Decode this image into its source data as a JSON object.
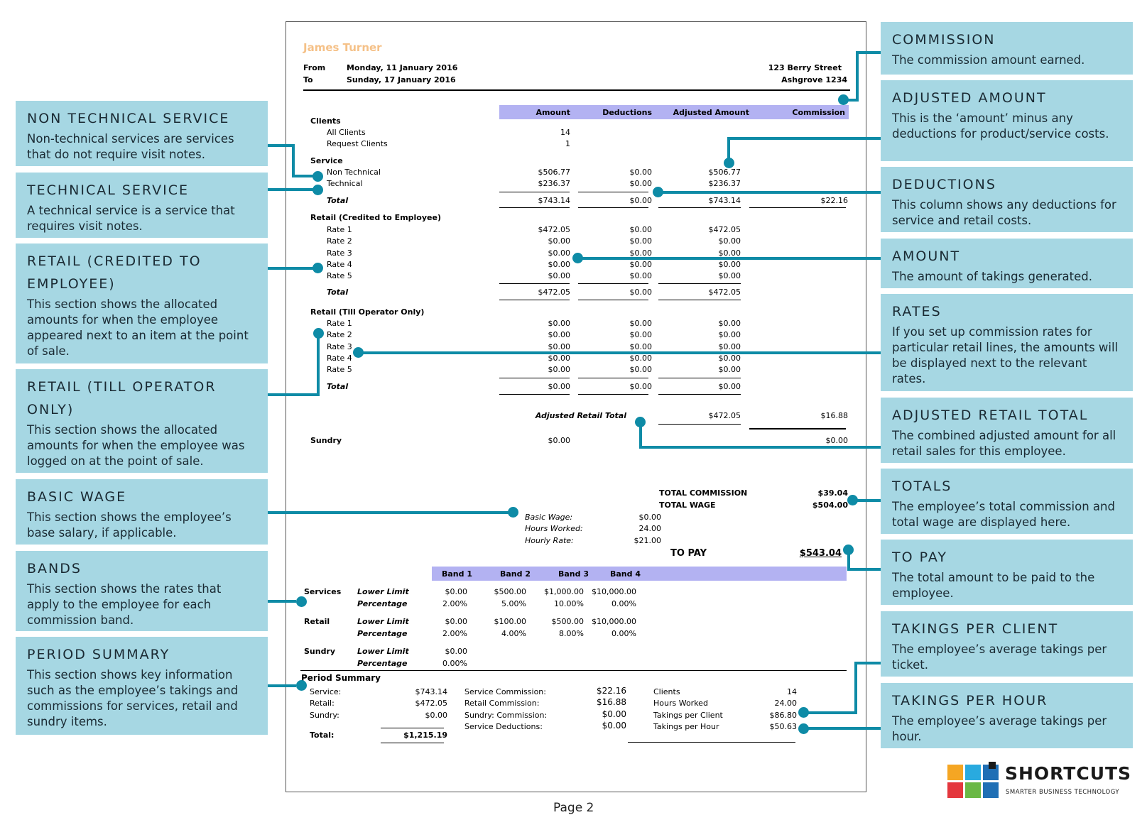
{
  "report": {
    "employee": "James Turner",
    "from_label": "From",
    "from_date": "Monday, 11 January 2016",
    "to_label": "To",
    "to_date": "Sunday, 17 January 2016",
    "address_line1": "123 Berry Street",
    "address_line2": "Ashgrove  1234",
    "columns": [
      "Amount",
      "Deductions",
      "Adjusted Amount",
      "Commission"
    ],
    "clients": {
      "heading": "Clients",
      "rows": [
        {
          "label": "All Clients",
          "amount": "14"
        },
        {
          "label": "Request Clients",
          "amount": "1"
        }
      ]
    },
    "service": {
      "heading": "Service",
      "rows": [
        {
          "label": "Non Technical",
          "amount": "$506.77",
          "deductions": "$0.00",
          "adjusted": "$506.77"
        },
        {
          "label": "Technical",
          "amount": "$236.37",
          "deductions": "$0.00",
          "adjusted": "$236.37"
        }
      ],
      "total_label": "Total",
      "total": {
        "amount": "$743.14",
        "deductions": "$0.00",
        "adjusted": "$743.14",
        "commission": "$22.16"
      }
    },
    "retail_credited": {
      "heading": "Retail (Credited to Employee)",
      "rows": [
        {
          "label": "Rate 1",
          "amount": "$472.05",
          "deductions": "$0.00",
          "adjusted": "$472.05"
        },
        {
          "label": "Rate 2",
          "amount": "$0.00",
          "deductions": "$0.00",
          "adjusted": "$0.00"
        },
        {
          "label": "Rate 3",
          "amount": "$0.00",
          "deductions": "$0.00",
          "adjusted": "$0.00"
        },
        {
          "label": "Rate 4",
          "amount": "$0.00",
          "deductions": "$0.00",
          "adjusted": "$0.00"
        },
        {
          "label": "Rate 5",
          "amount": "$0.00",
          "deductions": "$0.00",
          "adjusted": "$0.00"
        }
      ],
      "total_label": "Total",
      "total": {
        "amount": "$472.05",
        "deductions": "$0.00",
        "adjusted": "$472.05"
      }
    },
    "retail_till": {
      "heading": "Retail (Till Operator Only)",
      "rows": [
        {
          "label": "Rate 1",
          "amount": "$0.00",
          "deductions": "$0.00",
          "adjusted": "$0.00"
        },
        {
          "label": "Rate 2",
          "amount": "$0.00",
          "deductions": "$0.00",
          "adjusted": "$0.00"
        },
        {
          "label": "Rate 3",
          "amount": "$0.00",
          "deductions": "$0.00",
          "adjusted": "$0.00"
        },
        {
          "label": "Rate 4",
          "amount": "$0.00",
          "deductions": "$0.00",
          "adjusted": "$0.00"
        },
        {
          "label": "Rate 5",
          "amount": "$0.00",
          "deductions": "$0.00",
          "adjusted": "$0.00"
        }
      ],
      "total_label": "Total",
      "total": {
        "amount": "$0.00",
        "deductions": "$0.00",
        "adjusted": "$0.00"
      }
    },
    "adjusted_retail_total": {
      "label": "Adjusted Retail Total",
      "adjusted": "$472.05",
      "commission": "$16.88"
    },
    "sundry": {
      "label": "Sundry",
      "amount": "$0.00",
      "commission": "$0.00"
    },
    "totals": {
      "commission_label": "TOTAL COMMISSION",
      "commission": "$39.04",
      "wage_label": "TOTAL WAGE",
      "wage": "$504.00"
    },
    "wage": {
      "basic_label": "Basic Wage:",
      "basic": "$0.00",
      "hours_label": "Hours Worked:",
      "hours": "24.00",
      "rate_label": "Hourly Rate:",
      "rate": "$21.00"
    },
    "to_pay_label": "TO PAY",
    "to_pay": "$543.04",
    "bands": {
      "headers": [
        "Band 1",
        "Band 2",
        "Band 3",
        "Band 4"
      ],
      "lower_limit_label": "Lower Limit",
      "percentage_label": "Percentage",
      "groups": [
        {
          "label": "Services",
          "lower": [
            "$0.00",
            "$500.00",
            "$1,000.00",
            "$10,000.00"
          ],
          "pct": [
            "2.00%",
            "5.00%",
            "10.00%",
            "0.00%"
          ]
        },
        {
          "label": "Retail",
          "lower": [
            "$0.00",
            "$100.00",
            "$500.00",
            "$10,000.00"
          ],
          "pct": [
            "2.00%",
            "4.00%",
            "8.00%",
            "0.00%"
          ]
        },
        {
          "label": "Sundry",
          "lower": [
            "$0.00"
          ],
          "pct": [
            "0.00%"
          ]
        }
      ]
    },
    "period_summary": {
      "heading": "Period Summary",
      "col1": [
        {
          "label": "Service:",
          "value": "$743.14"
        },
        {
          "label": "Retail:",
          "value": "$472.05"
        },
        {
          "label": "Sundry:",
          "value": "$0.00"
        }
      ],
      "total_label": "Total:",
      "total": "$1,215.19",
      "col2": [
        {
          "label": "Service Commission:",
          "value": "$22.16"
        },
        {
          "label": "Retail Commission:",
          "value": "$16.88"
        },
        {
          "label": "Sundry: Commission:",
          "value": "$0.00"
        },
        {
          "label": "Service Deductions:",
          "value": "$0.00"
        }
      ],
      "col3": [
        {
          "label": "Clients",
          "value": "14"
        },
        {
          "label": "Hours Worked",
          "value": "24.00"
        },
        {
          "label": "Takings per Client",
          "value": "$86.80"
        },
        {
          "label": "Takings per Hour",
          "value": "$50.63"
        }
      ]
    }
  },
  "callouts_left": [
    {
      "title": "Non Technical Service",
      "text": "Non-technical services are services that do not require visit notes."
    },
    {
      "title": "Technical Service",
      "text": "A technical service is a service that requires visit notes."
    },
    {
      "title": "Retail (Credited to Employee)",
      "text": "This section shows the allocated amounts for when the employee appeared next to an item at the point of sale."
    },
    {
      "title": "Retail (Till Operator Only)",
      "text": "This section shows the allocated amounts for when the employee was logged on at the point of sale."
    },
    {
      "title": "Basic Wage",
      "text": "This section shows the employee’s base salary, if applicable."
    },
    {
      "title": "Bands",
      "text": "This section shows the rates that apply to the employee for each commission band."
    },
    {
      "title": "Period Summary",
      "text": "This section shows key information such as the employee’s takings and commissions for services, retail and sundry items."
    }
  ],
  "callouts_right": [
    {
      "title": "Commission",
      "text": "The commission amount earned."
    },
    {
      "title": "Adjusted Amount",
      "text": "This is the ‘amount’ minus any deductions for product/service costs."
    },
    {
      "title": "Deductions",
      "text": "This column shows any deductions for service and retail costs."
    },
    {
      "title": "Amount",
      "text": "The amount of takings generated."
    },
    {
      "title": "Rates",
      "text": "If you set up commission rates for particular retail lines, the amounts will be displayed next to the relevant rates."
    },
    {
      "title": "Adjusted Retail Total",
      "text": "The combined adjusted amount for all retail sales for this employee."
    },
    {
      "title": "Totals",
      "text": "The employee’s total commission and total wage are displayed here."
    },
    {
      "title": "To Pay",
      "text": "The total amount to be paid to the employee."
    },
    {
      "title": "Takings Per Client",
      "text": "The employee’s average takings per ticket."
    },
    {
      "title": "Takings Per Hour",
      "text": "The employee’s average takings per hour."
    }
  ],
  "page_label": "Page 2",
  "logo": {
    "name": "SHORTCUTS",
    "tagline": "SMARTER BUSINESS TECHNOLOGY"
  },
  "colors": {
    "accent": "#0e8ba6",
    "callout_bg": "#a6d7e3",
    "header_bar": "#b3b2f2",
    "employee_name": "#f5c188"
  }
}
